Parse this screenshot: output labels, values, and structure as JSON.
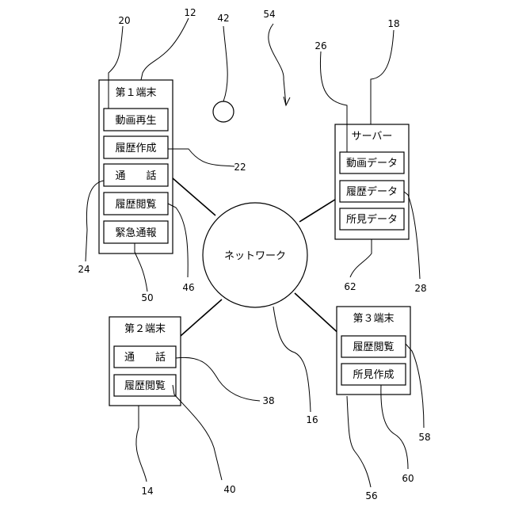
{
  "diagram": {
    "terminal1": {
      "title": "第１端末",
      "functions": [
        "動画再生",
        "履歴作成",
        "通　　話",
        "履歴閲覧",
        "緊急通報"
      ]
    },
    "terminal2": {
      "title": "第２端末",
      "functions": [
        "通　　話",
        "履歴閲覧"
      ]
    },
    "terminal3": {
      "title": "第３端末",
      "functions": [
        "履歴閲覧",
        "所見作成"
      ]
    },
    "server": {
      "title": "サーバー",
      "data_items": [
        "動画データ",
        "履歴データ",
        "所見データ"
      ]
    },
    "network": {
      "label": "ネットワーク"
    },
    "reference_numerals": {
      "n12": "12",
      "n14": "14",
      "n16": "16",
      "n18": "18",
      "n20": "20",
      "n22": "22",
      "n24": "24",
      "n26": "26",
      "n28": "28",
      "n38": "38",
      "n40": "40",
      "n42": "42",
      "n46": "46",
      "n50": "50",
      "n54": "54",
      "n56": "56",
      "n58": "58",
      "n60": "60",
      "n62": "62"
    }
  }
}
